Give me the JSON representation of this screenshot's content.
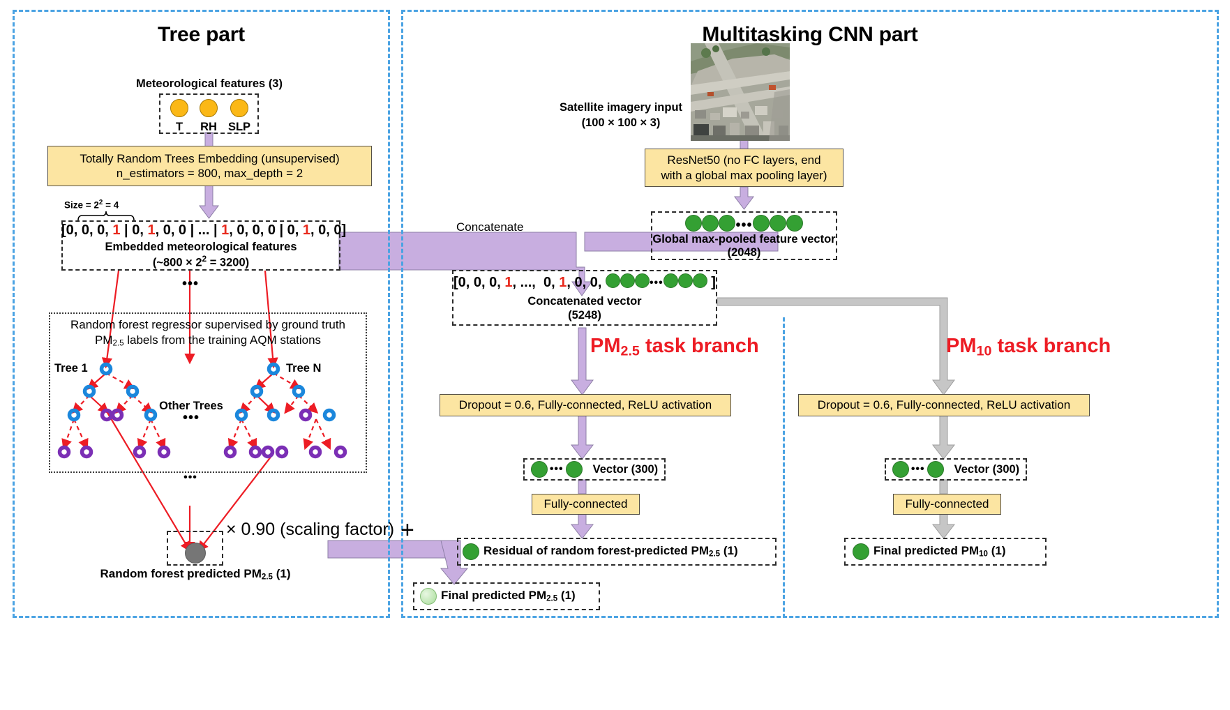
{
  "panels": {
    "left": {
      "title": "Tree part"
    },
    "right": {
      "title": "Multitasking CNN part"
    }
  },
  "tree_part": {
    "met_features_label": "Meteorological features (3)",
    "met_feature_nodes": [
      "T",
      "RH",
      "SLP"
    ],
    "embedding_box": "Totally Random Trees Embedding (unsupervised)\nn_estimators = 800, max_depth = 2",
    "embedding_box_line1": "Totally Random Trees Embedding (unsupervised)",
    "embedding_box_line2": "n_estimators = 800, max_depth = 2",
    "size_bracket_label": "Size = 2² = 4",
    "embedded_vector_tokens": "[0, 0, 0, 1 | 0, 1, 0, 0 | ... | 1, 0, 0, 0 | 0, 1, 0, 0]",
    "embedded_caption_line1": "Embedded meteorological features",
    "embedded_caption_line2": "(~800 × 2² = 3200)",
    "forest_caption_line1": "Random forest regressor supervised by ground truth",
    "forest_caption_line2": "PM2.5 labels from the training AQM stations",
    "tree_left_label": "Tree 1",
    "tree_right_label": "Tree N",
    "other_trees_label": "Other Trees",
    "other_trees_ellipsis": "•••",
    "vertical_ellipsis": "•••",
    "scaling_factor_text": "× 0.90 (scaling factor)",
    "plus_symbol": "+",
    "rf_prediction_label": "Random forest predicted PM2.5 (1)"
  },
  "cnn_part": {
    "satellite_label_line1": "Satellite imagery input",
    "satellite_label_line2": "(100 × 100 × 3)",
    "resnet_box_line1": "ResNet50 (no FC layers, end",
    "resnet_box_line2": "with a global max pooling layer)",
    "gmp_caption_line1": "Global max-pooled feature vector",
    "gmp_caption_line2": "(2048)",
    "concatenate_label": "Concatenate",
    "concat_vector_tokens": "[0, 0, 0, 1, ...,  0, 1, 0, 0,",
    "concat_vector_close": "]",
    "concat_caption_line1": "Concatenated vector",
    "concat_caption_line2": "(5248)",
    "branches": [
      {
        "title": "PM2.5 task branch",
        "title_base": "PM",
        "title_sub": "2.5",
        "title_tail": " task branch",
        "dropout_box": "Dropout = 0.6, Fully-connected, ReLU activation",
        "vector_label": "Vector (300)",
        "fc_box": "Fully-connected",
        "output_label": "Residual of random forest-predicted PM2.5 (1)",
        "arrow_color": "#C8AEE0"
      },
      {
        "title": "PM10 task branch",
        "title_base": "PM",
        "title_sub": "10",
        "title_tail": " task branch",
        "dropout_box": "Dropout = 0.6, Fully-connected, ReLU activation",
        "vector_label": "Vector (300)",
        "fc_box": "Fully-connected",
        "output_label": "Final predicted PM10 (1)",
        "arrow_color": "#C6C6C6"
      }
    ],
    "final_pm25_label": "Final predicted PM2.5 (1)"
  },
  "colors": {
    "panel_border": "#4BA3E3",
    "yellow_box": "#FCE5A2",
    "purple_arrow": "#C8AEE0",
    "gray_arrow": "#C6C6C6",
    "red_accent": "#ED1C24",
    "tree_node_blue": "#1B87DC",
    "tree_leaf_purple": "#7B2FB5",
    "green_dot": "#34A033",
    "orange_dot": "#FBB816"
  }
}
